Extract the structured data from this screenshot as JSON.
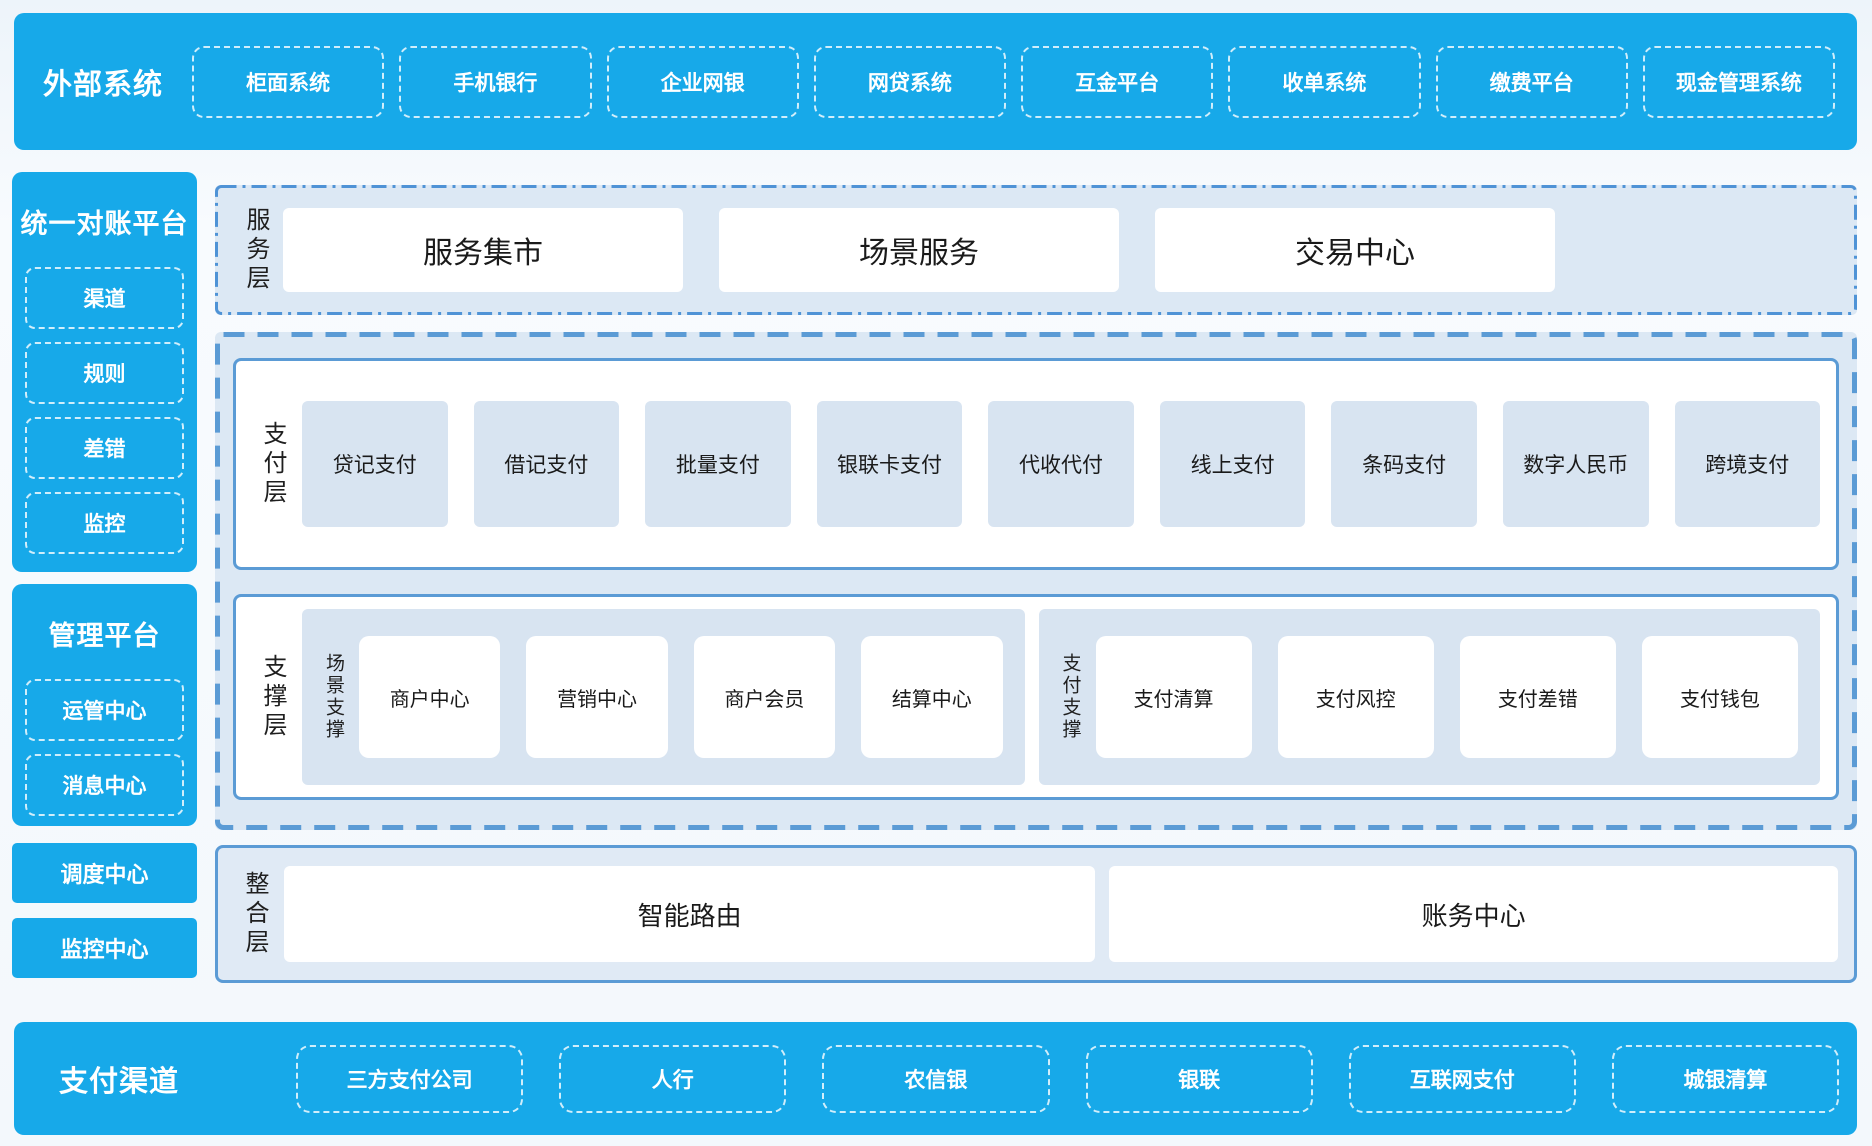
{
  "external_systems": {
    "label": "外部系统",
    "items": [
      "柜面系统",
      "手机银行",
      "企业网银",
      "网贷系统",
      "互金平台",
      "收单系统",
      "缴费平台",
      "现金管理系统"
    ]
  },
  "reconciliation_platform": {
    "title": "统一对账平台",
    "items": [
      "渠道",
      "规则",
      "差错",
      "监控"
    ]
  },
  "management_platform": {
    "title": "管理平台",
    "items": [
      "运管中心",
      "消息中心"
    ]
  },
  "scheduling_center": "调度中心",
  "monitoring_center": "监控中心",
  "service_layer": {
    "label": "服务层",
    "items": [
      "服务集市",
      "场景服务",
      "交易中心"
    ]
  },
  "payment_layer": {
    "label": "支付层",
    "items": [
      "贷记支付",
      "借记支付",
      "批量支付",
      "银联卡支付",
      "代收代付",
      "线上支付",
      "条码支付",
      "数字人民币",
      "跨境支付"
    ]
  },
  "support_layer": {
    "label": "支撑层",
    "groups": [
      {
        "label": "场景支撑",
        "items": [
          "商户中心",
          "营销中心",
          "商户会员",
          "结算中心"
        ]
      },
      {
        "label": "支付支撑",
        "items": [
          "支付清算",
          "支付风控",
          "支付差错",
          "支付钱包"
        ]
      }
    ]
  },
  "integration_layer": {
    "label": "整合层",
    "items": [
      "智能路由",
      "账务中心"
    ]
  },
  "payment_channels": {
    "label": "支付渠道",
    "items": [
      "三方支付公司",
      "人行",
      "农信银",
      "银联",
      "互联网支付",
      "城银清算"
    ]
  },
  "colors": {
    "primary_blue": "#17a9e9",
    "border_blue": "#5b9bd5",
    "panel_fill": "#dce8f4",
    "item_fill": "#d8e4f1",
    "text_dark": "#1a1a1a"
  }
}
